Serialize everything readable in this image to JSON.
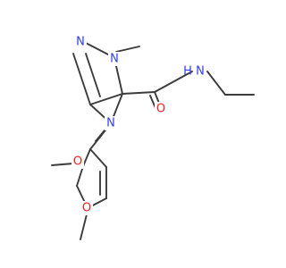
{
  "molecule": {
    "colors": {
      "bond": "#3b3b3b",
      "nitrogen": "#2f3cff",
      "oxygen": "#ff1a1a",
      "background": "#ffffff"
    },
    "atom_labels": {
      "pyrazole_n2": "N",
      "pyrazole_n1": "N",
      "imine_n": "N",
      "amide_n": "N",
      "amide_h": "H",
      "carbonyl_o": "O",
      "methoxy_o_2": "O",
      "methoxy_o_3": "O"
    }
  }
}
